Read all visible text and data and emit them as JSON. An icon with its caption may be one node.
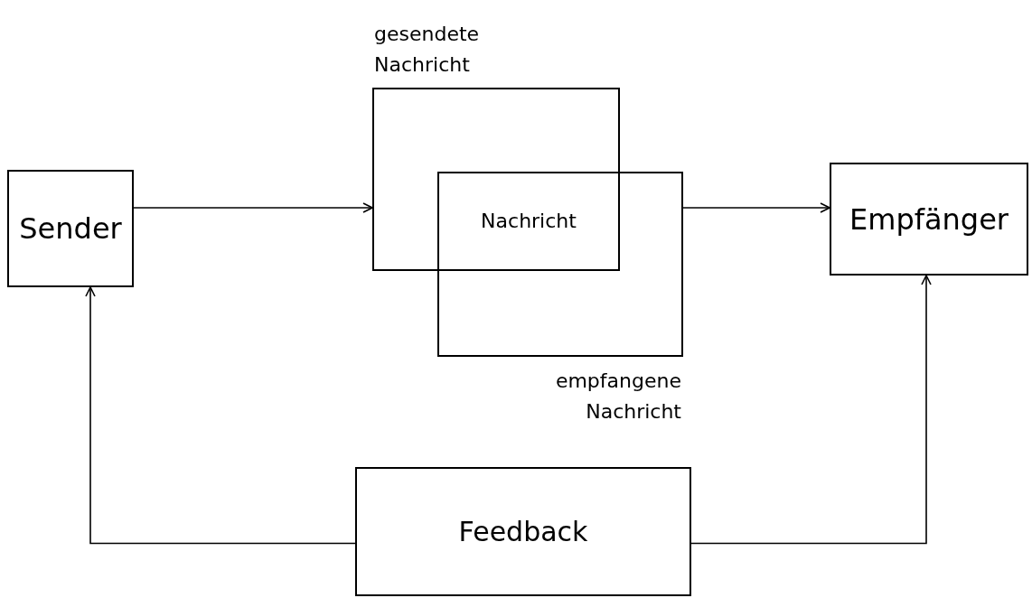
{
  "diagram": {
    "nodes": [
      {
        "text": [
          "Sender"
        ]
      },
      {
        "text": [
          "gesendete Nachricht"
        ]
      },
      {
        "text": [
          "empfangene Nachricht"
        ]
      },
      {
        "text": [
          "Empfänger"
        ]
      },
      {
        "text": [
          "Feedback"
        ]
      }
    ],
    "edges": [
      {
        "from": 0,
        "to": 1,
        "arrow": "to"
      },
      {
        "from": 2,
        "to": 3,
        "arrow": "to"
      },
      {
        "from": 4,
        "to": 0,
        "arrow": "to"
      },
      {
        "from": 4,
        "to": 3,
        "arrow": "to"
      }
    ],
    "labels": [
      "Nachricht"
    ]
  }
}
